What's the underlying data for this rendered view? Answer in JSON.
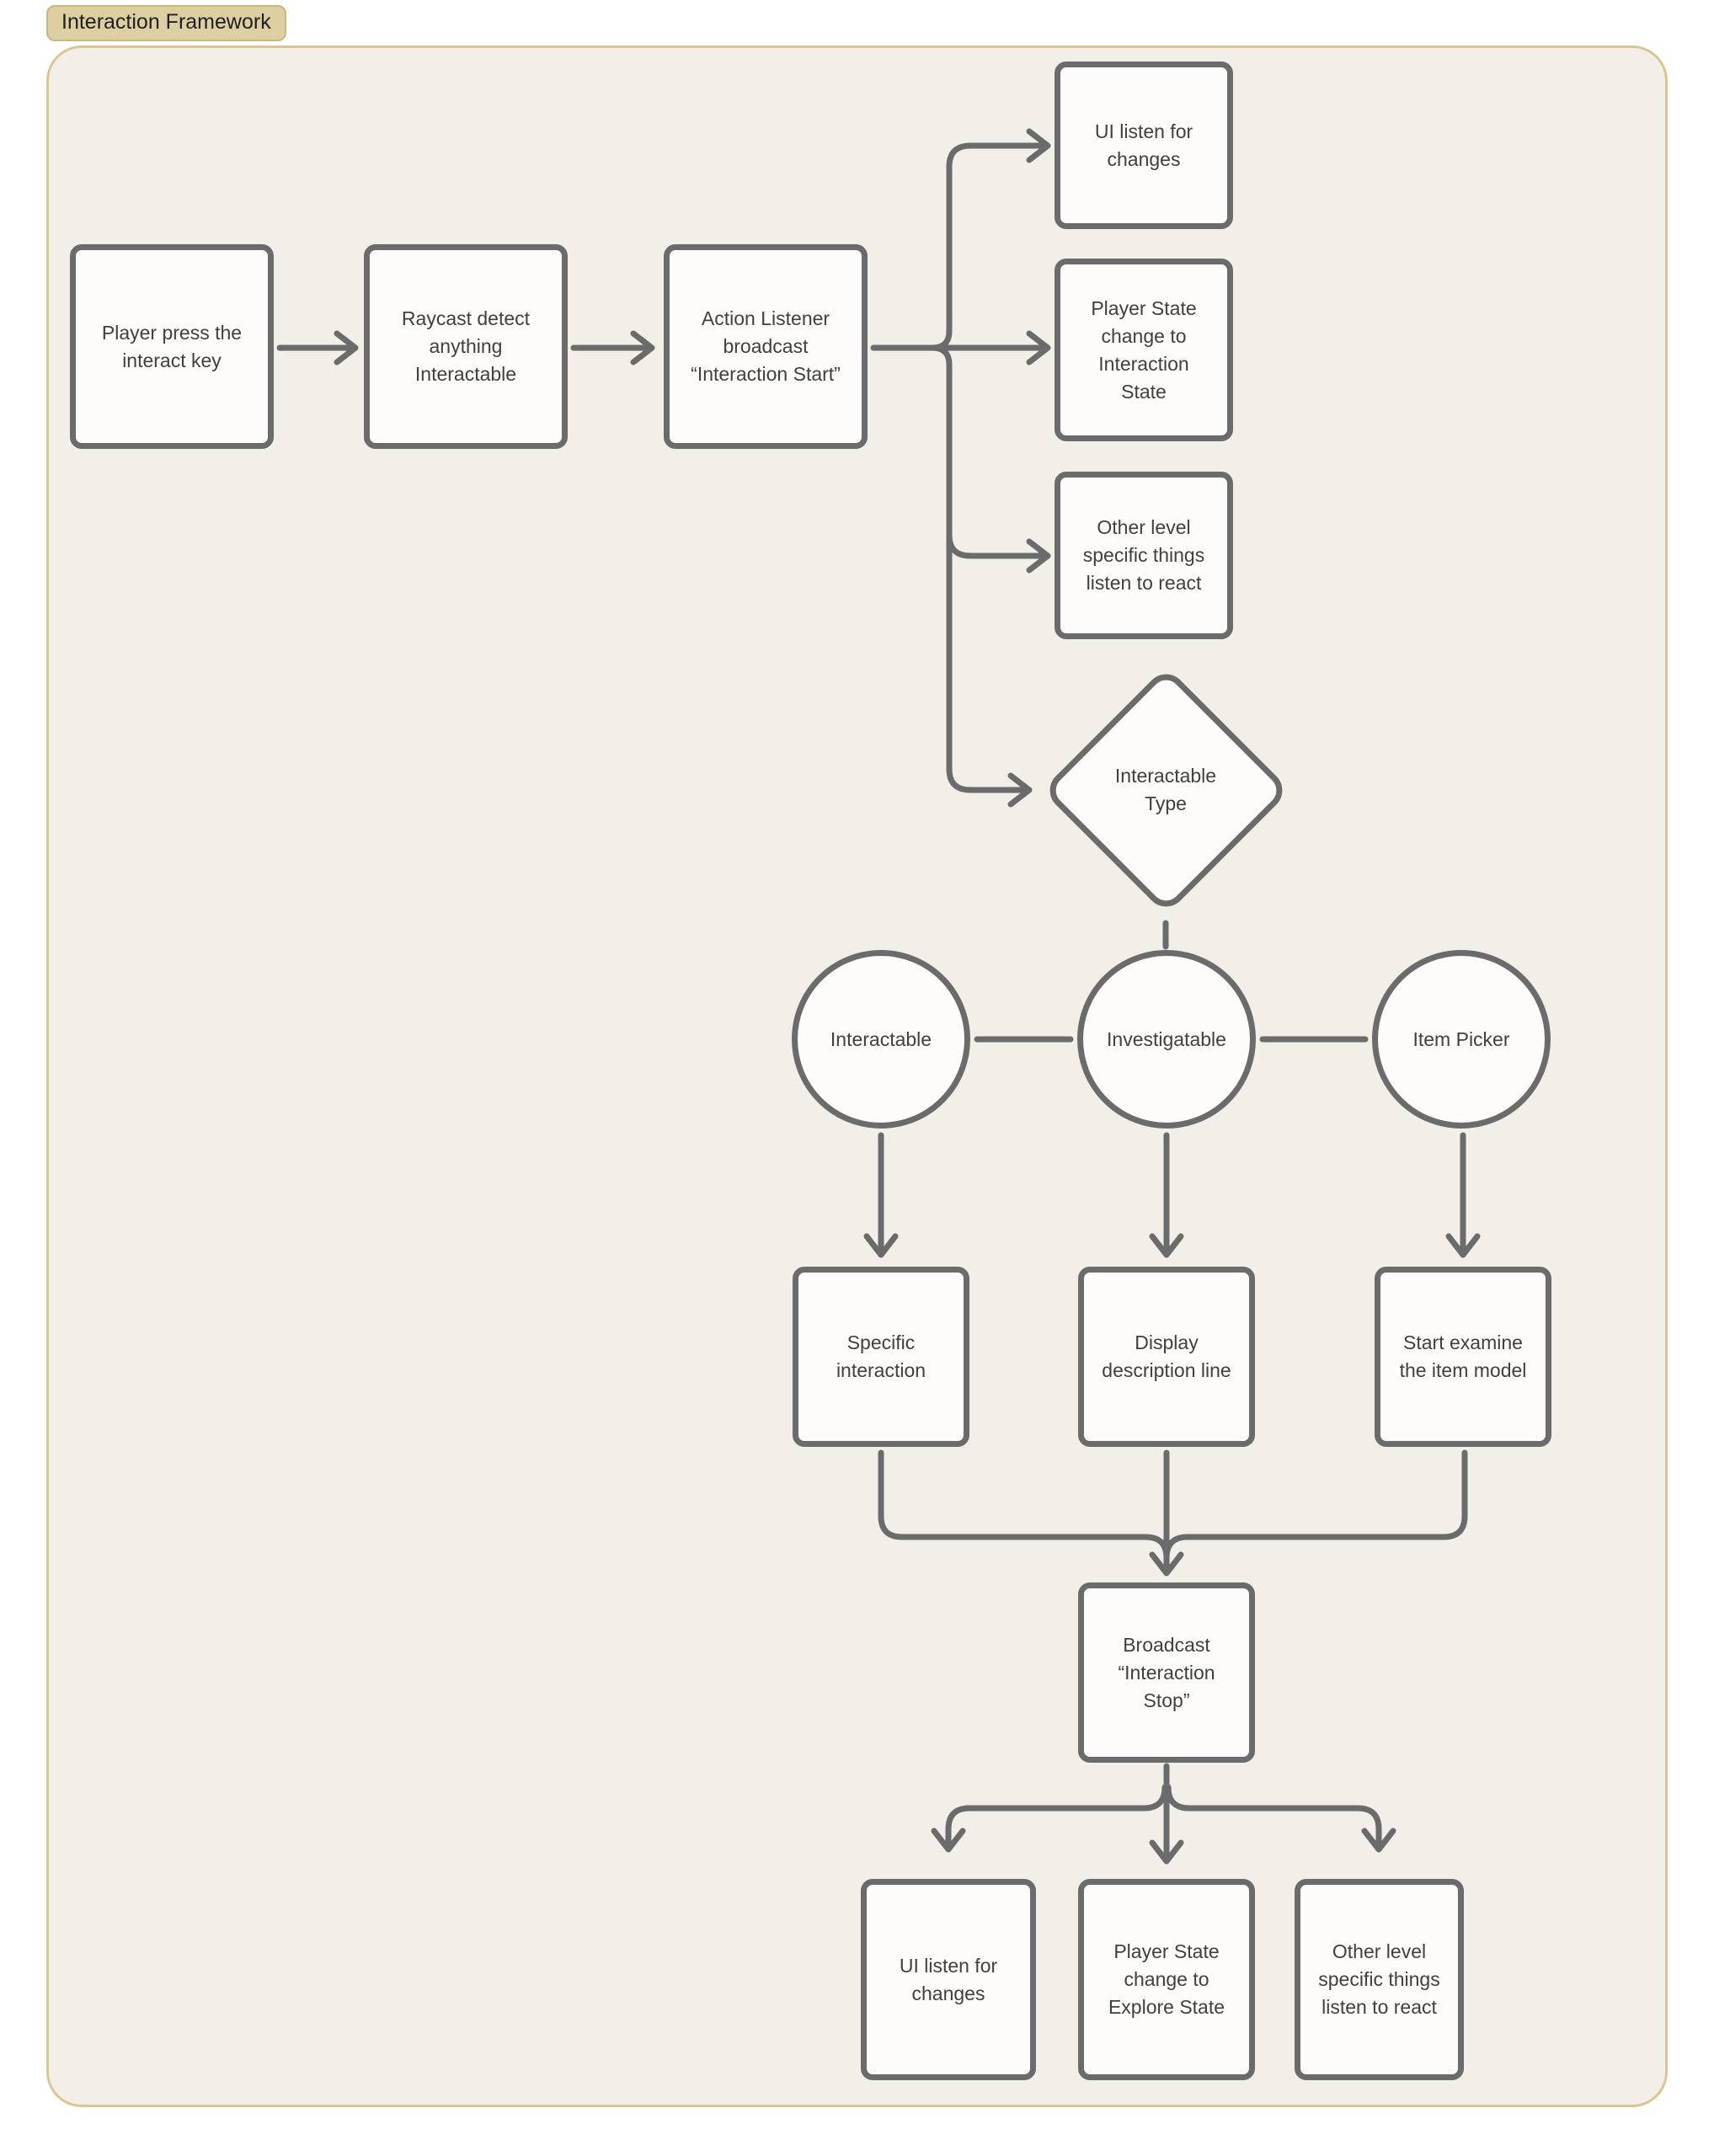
{
  "frame": {
    "label": "Interaction Framework"
  },
  "colors": {
    "page_bg": "#ffffff",
    "frame_bg": "#f1efe8",
    "frame_border": "#d9c692",
    "badge_bg": "#decfa2",
    "badge_border": "#c9b87e",
    "badge_text": "#1f1f1f",
    "node_bg": "#fdfcfa",
    "node_border": "#6b6b6b",
    "node_text": "#404040",
    "connector": "#6b6b6b"
  },
  "nodes": {
    "player_press": {
      "label": "Player press the\ninteract key",
      "shape": "rect"
    },
    "raycast": {
      "label": "Raycast detect\nanything\nInteractable",
      "shape": "rect"
    },
    "action_listener": {
      "label": "Action Listener\nbroadcast\n“Interaction Start”",
      "shape": "rect"
    },
    "ui_listen_top": {
      "label": "UI listen for\nchanges",
      "shape": "rect"
    },
    "player_state_interaction": {
      "label": "Player State\nchange to\nInteraction\nState",
      "shape": "rect"
    },
    "other_level_top": {
      "label": "Other level\nspecific things\nlisten to react",
      "shape": "rect"
    },
    "interactable_type": {
      "label": "Interactable\nType",
      "shape": "diamond"
    },
    "interactable": {
      "label": "Interactable",
      "shape": "circle"
    },
    "investigatable": {
      "label": "Investigatable",
      "shape": "circle"
    },
    "item_picker": {
      "label": "Item Picker",
      "shape": "circle"
    },
    "specific_interaction": {
      "label": "Specific\ninteraction",
      "shape": "rect"
    },
    "display_description": {
      "label": "Display\ndescription line",
      "shape": "rect"
    },
    "start_examine": {
      "label": "Start examine\nthe item model",
      "shape": "rect"
    },
    "broadcast_stop": {
      "label": "Broadcast\n“Interaction\nStop”",
      "shape": "rect"
    },
    "ui_listen_bottom": {
      "label": "UI listen for\nchanges",
      "shape": "rect"
    },
    "player_state_explore": {
      "label": "Player State\nchange to\nExplore State",
      "shape": "rect"
    },
    "other_level_bottom": {
      "label": "Other level\nspecific things\nlisten to react",
      "shape": "rect"
    }
  }
}
